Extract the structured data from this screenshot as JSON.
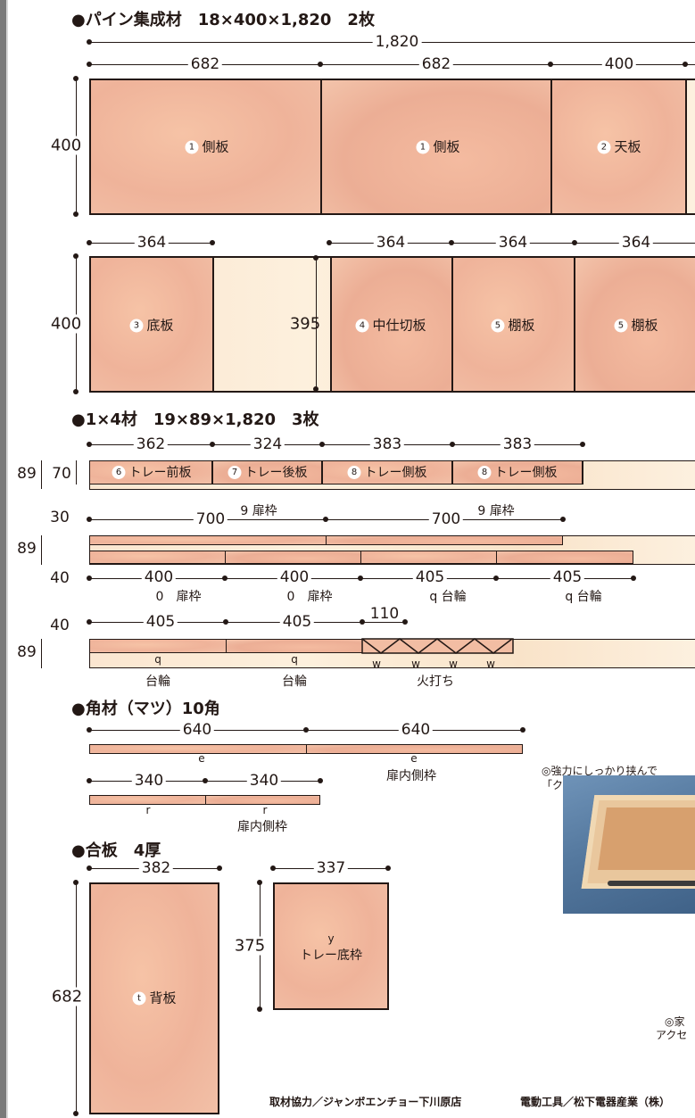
{
  "sections": {
    "pine_header": "●パイン集成材　18×400×1,820　2枚",
    "onebyfour_header": "●1×4材　19×89×1,820　3枚",
    "square_header": "●角材（マツ）10角",
    "plywood_header": "●合板　4厚"
  },
  "pine": {
    "row1": {
      "total": "1,820",
      "height": "400",
      "dims": [
        "682",
        "682",
        "400"
      ],
      "pieces": [
        {
          "num": "1",
          "name": "側板"
        },
        {
          "num": "1",
          "name": "側板"
        },
        {
          "num": "2",
          "name": "天板"
        }
      ]
    },
    "row2": {
      "height": "400",
      "inner_height": "395",
      "dims": [
        "364",
        "364",
        "364",
        "364"
      ],
      "pieces": [
        {
          "num": "3",
          "name": "底板"
        },
        {
          "num": "4",
          "name": "中仕切板"
        },
        {
          "num": "5",
          "name": "棚板"
        },
        {
          "num": "5",
          "name": "棚板"
        }
      ]
    }
  },
  "onebyfour": {
    "row1": {
      "width": "89",
      "cut": "70",
      "dims": [
        "362",
        "324",
        "383",
        "383"
      ],
      "pieces": [
        {
          "num": "6",
          "name": "トレー前板"
        },
        {
          "num": "7",
          "name": "トレー後板"
        },
        {
          "num": "8",
          "name": "トレー側板"
        },
        {
          "num": "8",
          "name": "トレー側板"
        }
      ]
    },
    "row2": {
      "width": "89",
      "top_gap": "30",
      "bottom_gap": "40",
      "top_dims": [
        "700",
        "700"
      ],
      "top_labels": [
        {
          "num": "9",
          "name": "扉枠"
        },
        {
          "num": "9",
          "name": "扉枠"
        }
      ],
      "bottom_dims": [
        "400",
        "400",
        "405",
        "405"
      ],
      "bottom_labels": [
        {
          "num": "0",
          "name": "扉枠"
        },
        {
          "num": "0",
          "name": "扉枠"
        },
        {
          "num": "q",
          "name": "台輪"
        },
        {
          "num": "q",
          "name": "台輪"
        }
      ]
    },
    "row3": {
      "width": "89",
      "gap": "40",
      "dims": [
        "405",
        "405",
        "110"
      ],
      "labels": [
        {
          "num": "q",
          "name": "台輪"
        },
        {
          "num": "q",
          "name": "台輪"
        }
      ],
      "w_marks": [
        "w",
        "w",
        "w",
        "w"
      ],
      "fire_label": "火打ち"
    }
  },
  "square": {
    "row1": {
      "dims": [
        "640",
        "640"
      ],
      "nums": [
        "e",
        "e"
      ],
      "name": "扉内側枠"
    },
    "row2": {
      "dims": [
        "340",
        "340"
      ],
      "nums": [
        "r",
        "r"
      ],
      "name": "扉内側枠"
    }
  },
  "plywood": {
    "back": {
      "width": "382",
      "height": "682",
      "num": "t",
      "name": "背板"
    },
    "tray": {
      "width": "337",
      "height": "375",
      "num": "y",
      "name": "トレー底枠"
    }
  },
  "photo_caption": [
    "◎強力にしっかり挟んで",
    "「クランプ」は頼れる工具"
  ],
  "bottom_caption": [
    "◎家",
    "アクセ"
  ],
  "credits": {
    "left": "取材協力／ジャンボエンチョー下川原店",
    "right": "電動工具／松下電器産業（株）"
  },
  "colors": {
    "board_pink": "#efb39a",
    "board_pine": "#fbe6d0",
    "line": "#231815"
  }
}
